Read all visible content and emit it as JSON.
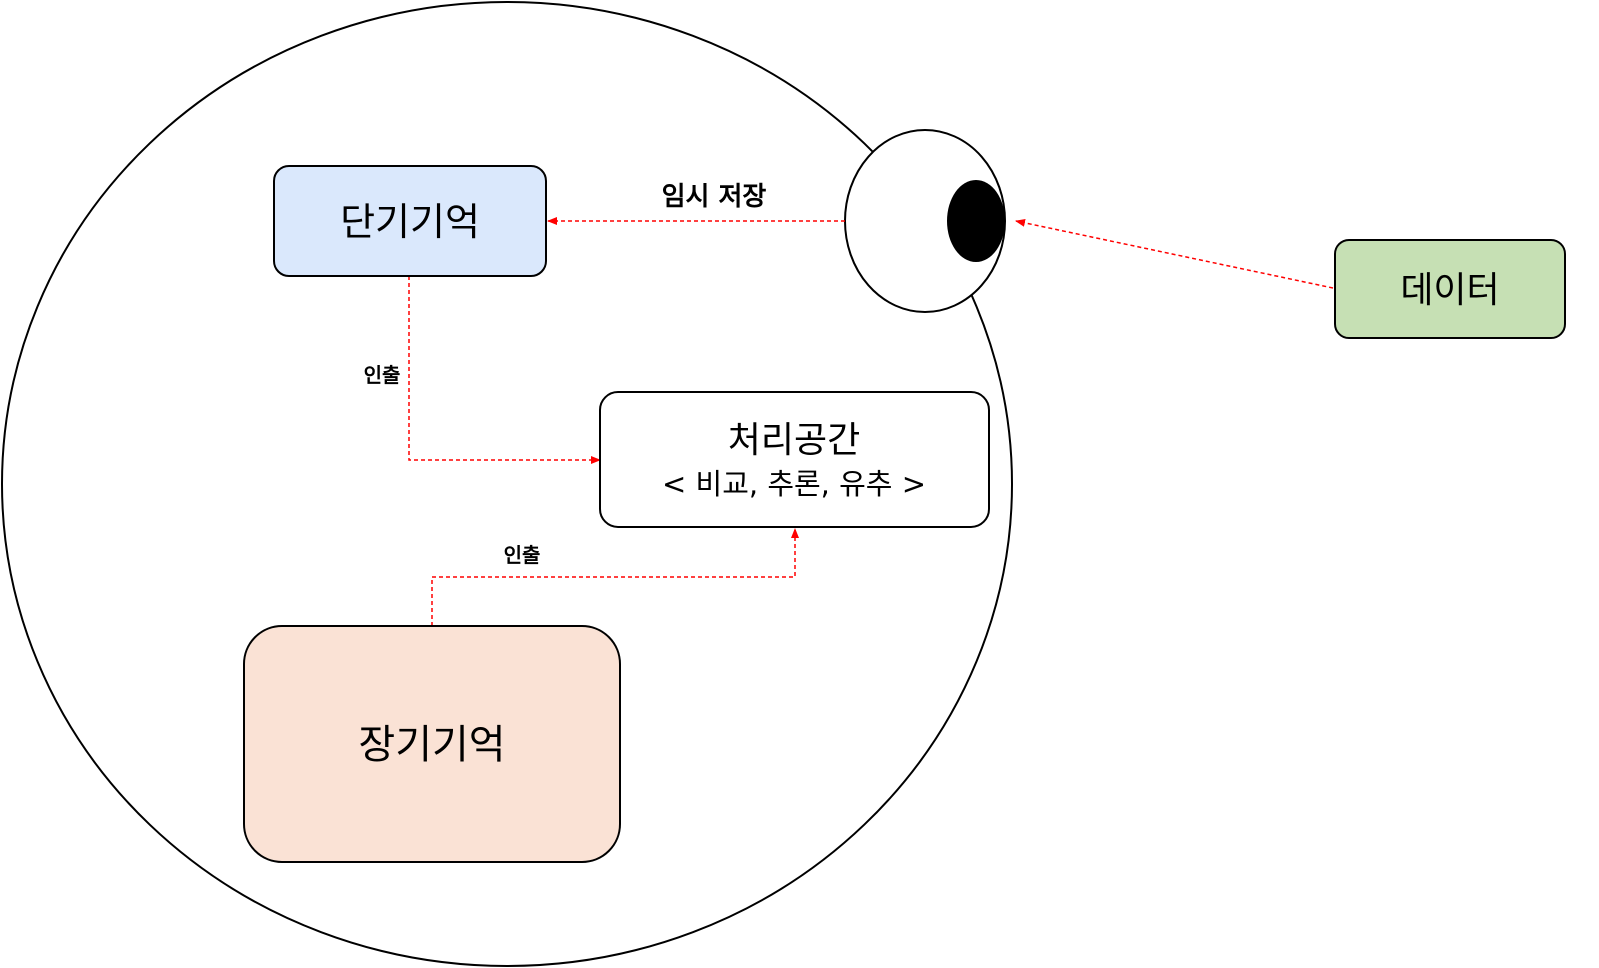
{
  "nodes": {
    "short_term": {
      "label": "단기기억",
      "fill": "#dae8fc"
    },
    "processing": {
      "title": "처리공간",
      "subtitle": "< 비교, 추론, 유추 >",
      "fill": "#ffffff"
    },
    "long_term": {
      "label": "장기기억",
      "fill": "#fae2d5"
    },
    "data": {
      "label": "데이터",
      "fill": "#c6e0b4"
    }
  },
  "edges": {
    "temp_store": {
      "label": "임시 저장"
    },
    "retrieve_short": {
      "label": "인출"
    },
    "retrieve_long": {
      "label": "인출"
    }
  },
  "colors": {
    "arrow": "#ff0000",
    "outline": "#000000"
  }
}
